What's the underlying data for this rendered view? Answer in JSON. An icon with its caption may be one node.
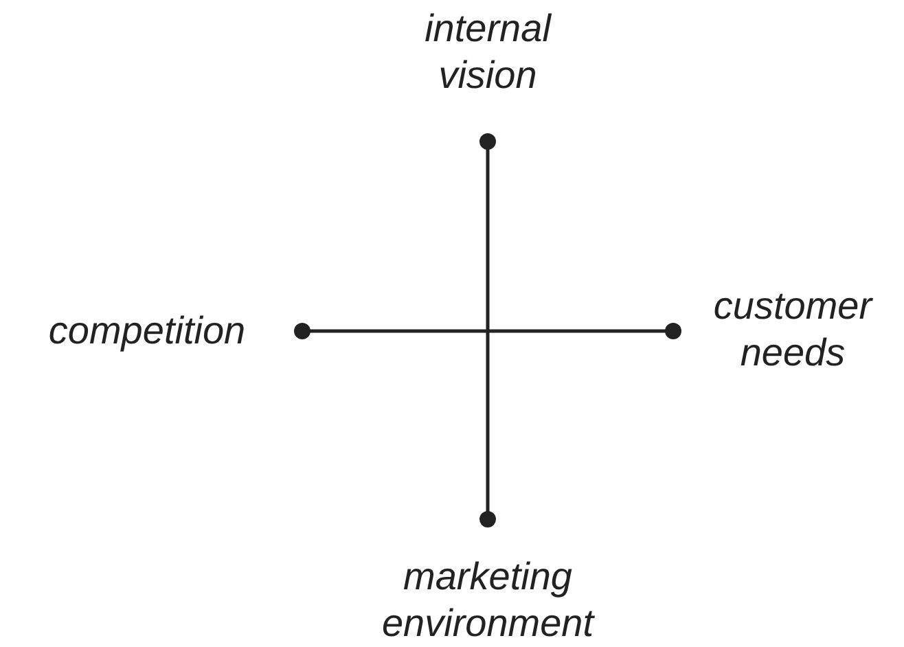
{
  "diagram": {
    "nodes": [
      {
        "text": [
          "internal vision"
        ]
      },
      {
        "text": [
          "competition"
        ]
      },
      {
        "text": [
          "customer needs"
        ]
      },
      {
        "text": [
          "marketing environment"
        ]
      }
    ],
    "edges": [
      {
        "from": 0,
        "to": 3,
        "arrow": "other"
      },
      {
        "from": 1,
        "to": 2,
        "arrow": "other"
      }
    ]
  }
}
